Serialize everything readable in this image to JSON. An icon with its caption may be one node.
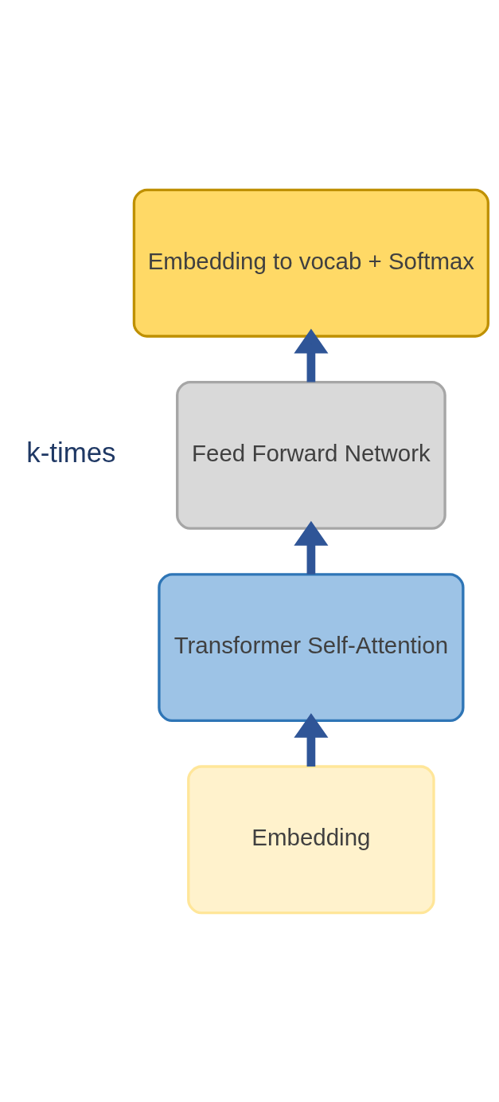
{
  "diagram": {
    "nodes": [
      {
        "text": [
          "Embedding to vocab + Softmax"
        ]
      },
      {
        "text": [
          "Feed Forward Network"
        ]
      },
      {
        "text": [
          "Transformer Self-Attention"
        ]
      },
      {
        "text": [
          "Embedding"
        ]
      }
    ],
    "edges": [
      {
        "from": 3,
        "to": 2,
        "arrow": "to"
      },
      {
        "from": 2,
        "to": 1,
        "arrow": "to"
      },
      {
        "from": 1,
        "to": 0,
        "arrow": "to"
      }
    ],
    "labels": [
      "k-times"
    ]
  }
}
